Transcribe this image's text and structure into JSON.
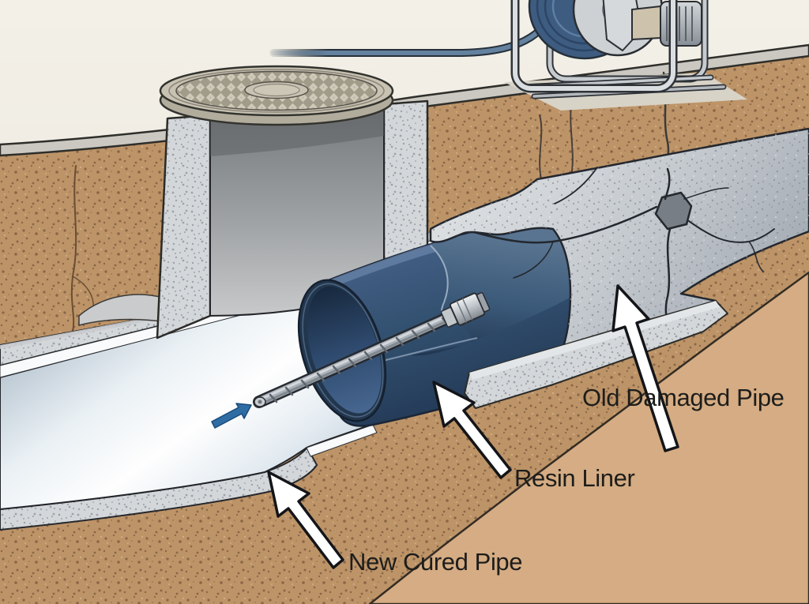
{
  "figure": {
    "type": "technical-illustration",
    "subject": "pipe-relining-cutaway",
    "labels": {
      "old_damaged_pipe": "Old Damaged Pipe",
      "resin_liner": "Resin Liner",
      "new_cured_pipe": "New Cured Pipe"
    },
    "colors": {
      "ground_surface": "#F0ECE3",
      "pavement_edge": "#CBC8C1",
      "soil": "#BD9468",
      "soil_speckle": "#8A6647",
      "excavation_floor": "#D5AC83",
      "concrete": "#D4D7DA",
      "old_pipe_gray": "#C8CDD2",
      "crack_line": "#23272E",
      "resin_liner_navy": "#32506F",
      "resin_liner_highlight": "#647FA3",
      "new_pipe_white": "#FDFEFE",
      "manhole_cover": "#C8C2B3",
      "winch_cable_blue": "#64829F",
      "direction_arrow_blue": "#2E6DA4",
      "callout_arrow_fill": "#FFFFFF",
      "callout_arrow_outline": "#141518",
      "label_text": "#1D1D1B"
    }
  }
}
